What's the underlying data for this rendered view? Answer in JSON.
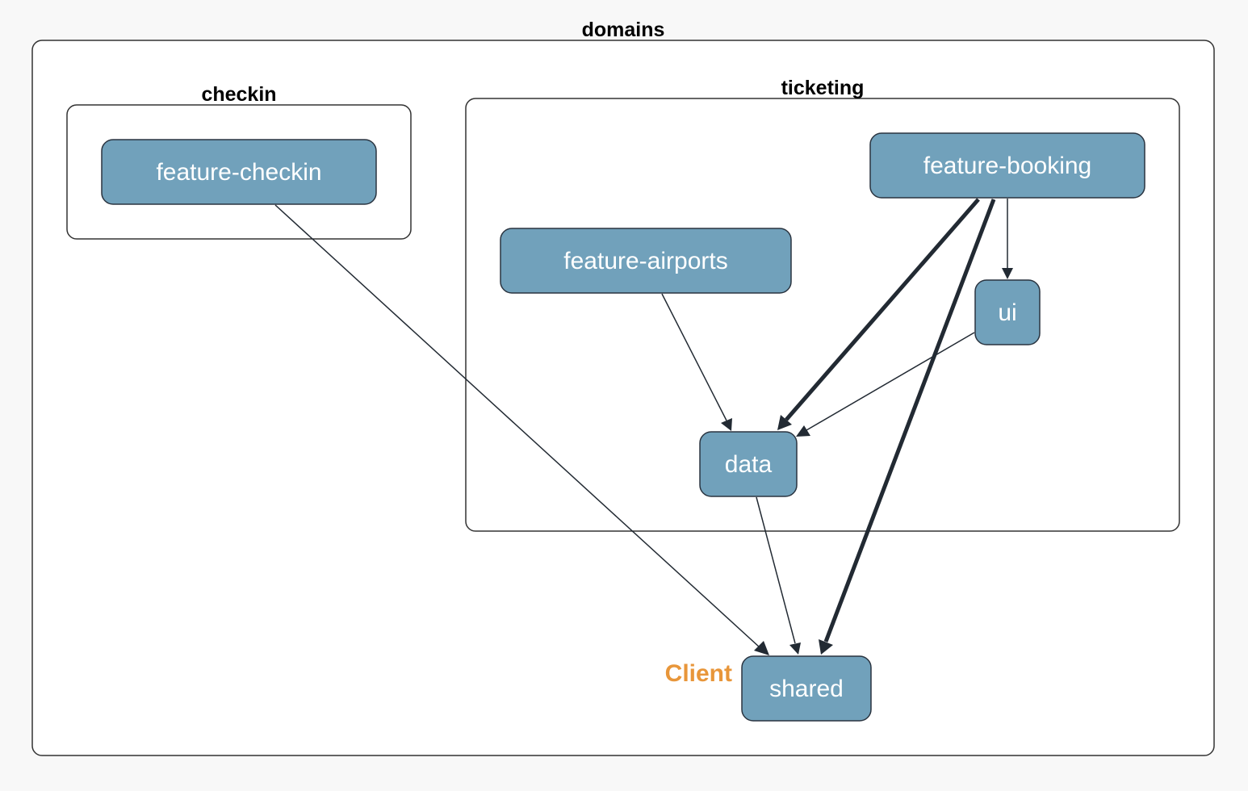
{
  "groups": {
    "domains": "domains",
    "checkin": "checkin",
    "ticketing": "ticketing"
  },
  "nodes": {
    "feature_checkin": "feature-checkin",
    "feature_booking": "feature-booking",
    "feature_airports": "feature-airports",
    "ui": "ui",
    "data": "data",
    "shared": "shared"
  },
  "tags": {
    "client": "Client"
  },
  "edges": [
    {
      "from": "feature-checkin",
      "to": "shared"
    },
    {
      "from": "feature-booking",
      "to": "data"
    },
    {
      "from": "feature-booking",
      "to": "shared"
    },
    {
      "from": "feature-booking",
      "to": "ui"
    },
    {
      "from": "feature-airports",
      "to": "data"
    },
    {
      "from": "ui",
      "to": "data"
    },
    {
      "from": "data",
      "to": "shared"
    }
  ],
  "colors": {
    "node_fill": "#71a1bb",
    "node_stroke": "#2a3440",
    "edge": "#222a33",
    "tag": "#e8963a",
    "background": "#f8f8f8"
  }
}
